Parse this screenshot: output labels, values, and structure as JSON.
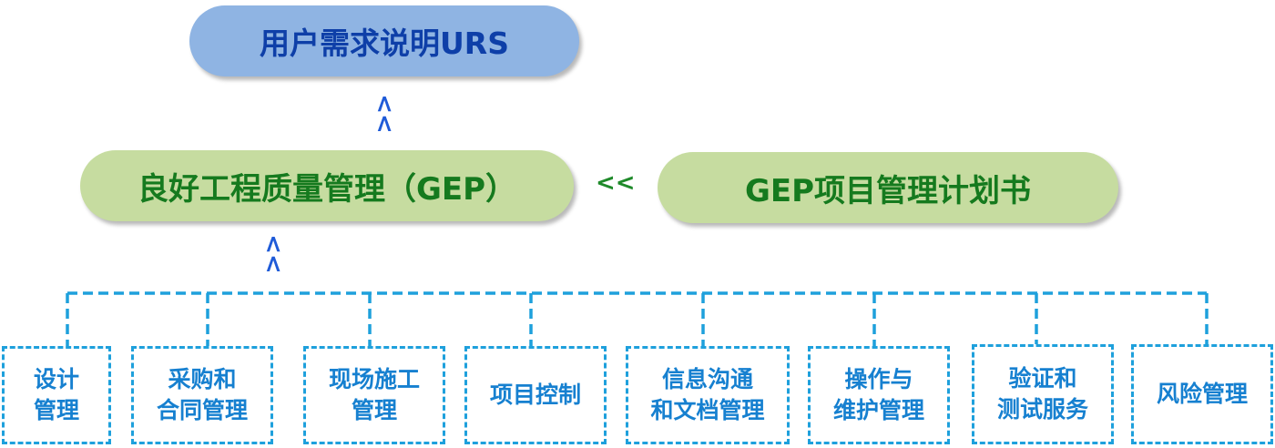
{
  "top_node": {
    "label": "用户需求说明URS"
  },
  "gep_node": {
    "label": "良好工程质量管理（GEP）"
  },
  "plan_node": {
    "label": "GEP项目管理计划书"
  },
  "arrows": {
    "down": "<<",
    "left": "<<"
  },
  "modules": [
    {
      "line1": "设计",
      "line2": "管理"
    },
    {
      "line1": "采购和",
      "line2": "合同管理"
    },
    {
      "line1": "现场施工",
      "line2": "管理"
    },
    {
      "line1": "项目控制",
      "line2": ""
    },
    {
      "line1": "信息沟通",
      "line2": "和文档管理"
    },
    {
      "line1": "操作与",
      "line2": "维护管理"
    },
    {
      "line1": "验证和",
      "line2": "测试服务"
    },
    {
      "line1": "风险管理",
      "line2": ""
    }
  ],
  "colors": {
    "urs_fill": "#8fb4e3",
    "urs_text": "#0e3fa8",
    "gep_fill": "#c6dca0",
    "gep_text": "#157a1e",
    "dashed_border": "#1ea0dc",
    "module_text": "#1680d0"
  }
}
